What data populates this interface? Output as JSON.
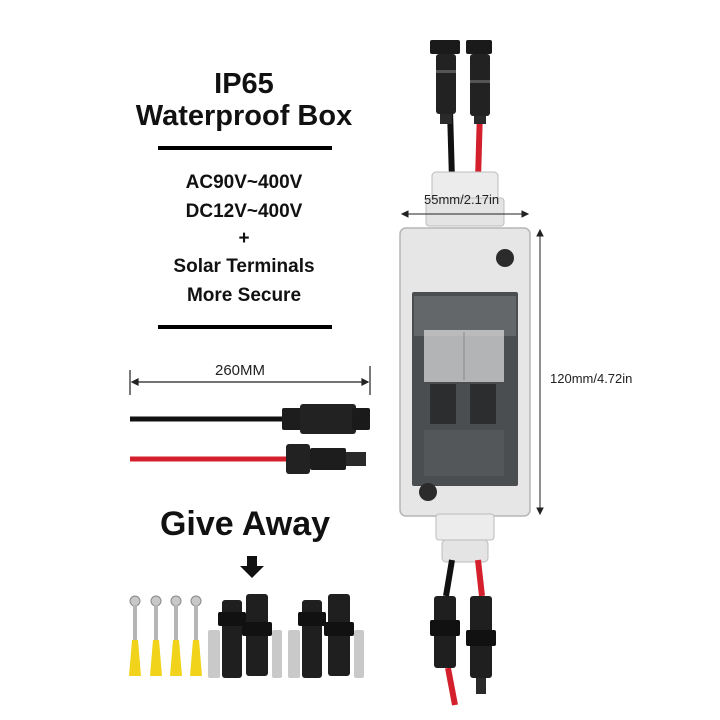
{
  "title": {
    "line1": "IP65",
    "line2": "Waterproof Box"
  },
  "specs": {
    "line1": "AC90V~400V",
    "line2": "DC12V~400V",
    "line3": "+",
    "line4": "Solar Terminals",
    "line5": "More Secure"
  },
  "cable_length_label": "260MM",
  "box_width_label": "55mm/2.17in",
  "box_height_label": "120mm/4.72in",
  "giveaway_label": "Give Away",
  "colors": {
    "cable_red": "#d4202c",
    "cable_black": "#111111",
    "box_grey": "#e6e6e6",
    "anchor_yellow": "#f2d31b"
  }
}
